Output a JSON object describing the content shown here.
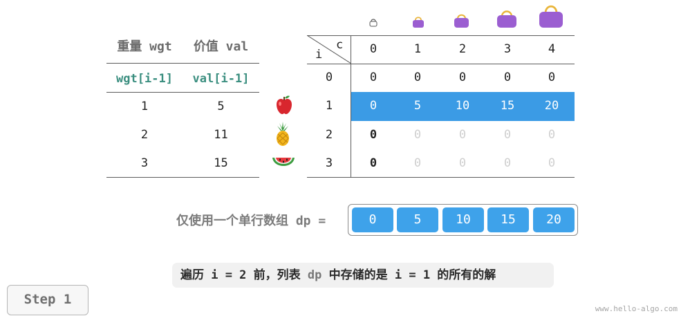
{
  "items_table": {
    "headers": [
      "重量 wgt",
      "价值 val"
    ],
    "sub_headers": [
      "wgt[i-1]",
      "val[i-1]"
    ],
    "sub_header_color": "#3a8e7f",
    "rows": [
      {
        "wgt": "1",
        "val": "5",
        "fruit_icon": "apple-icon"
      },
      {
        "wgt": "2",
        "val": "11",
        "fruit_icon": "pineapple-icon"
      },
      {
        "wgt": "3",
        "val": "15",
        "fruit_icon": "watermelon-icon"
      }
    ]
  },
  "dp_grid": {
    "row_axis": "i",
    "col_axis": "c",
    "columns": [
      "0",
      "1",
      "2",
      "3",
      "4"
    ],
    "bag_icons": [
      "bag-icon-capacity-0",
      "bag-icon-capacity-1",
      "bag-icon-capacity-2",
      "bag-icon-capacity-3",
      "bag-icon-capacity-4"
    ],
    "rows": [
      {
        "i": "0",
        "values": [
          "0",
          "0",
          "0",
          "0",
          "0"
        ]
      },
      {
        "i": "1",
        "values": [
          "0",
          "5",
          "10",
          "15",
          "20"
        ]
      },
      {
        "i": "2",
        "values": [
          "0",
          "0",
          "0",
          "0",
          "0"
        ]
      },
      {
        "i": "3",
        "values": [
          "0",
          "0",
          "0",
          "0",
          "0"
        ]
      }
    ],
    "highlighted_row": "1",
    "highlight_color": "#3b9be5"
  },
  "dp_array": {
    "label": "仅使用一个单行数组 dp =",
    "values": [
      "0",
      "5",
      "10",
      "15",
      "20"
    ],
    "box_color": "#3ea2ea"
  },
  "caption": {
    "part1": "遍历 i = 2 前，列表",
    "keyword": "dp",
    "part2": "中存储的是 i = 1 的所有的解"
  },
  "step_button": {
    "label": "Step 1"
  },
  "watermark": "www.hello-algo.com"
}
